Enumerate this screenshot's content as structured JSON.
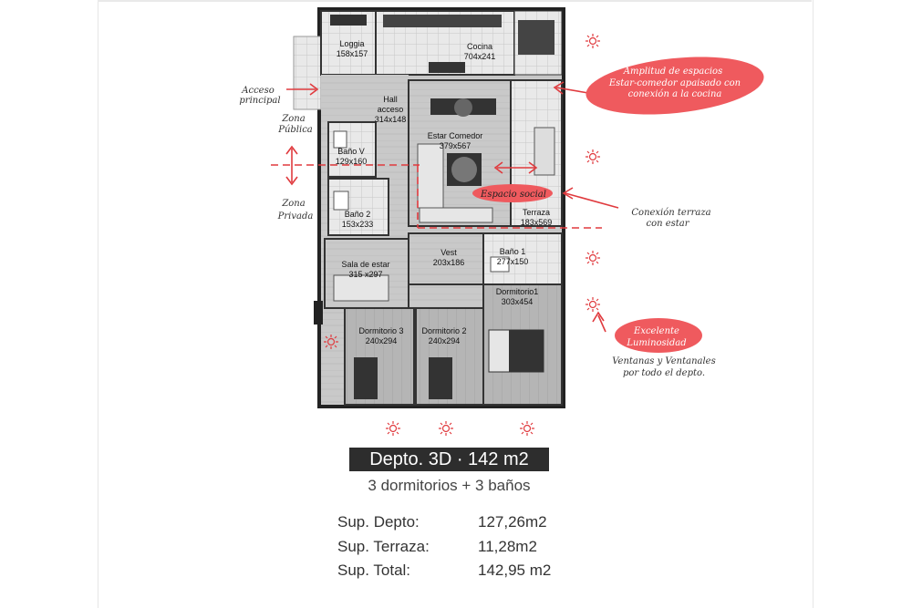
{
  "rooms": {
    "loggia": {
      "name": "Loggia",
      "size": "158x157"
    },
    "cocina": {
      "name": "Cocina",
      "size": "704x241"
    },
    "hall": {
      "name": "Hall",
      "sub": "acceso",
      "size": "314x148"
    },
    "estar": {
      "name": "Estar Comedor",
      "size": "379x567"
    },
    "bano_v": {
      "name": "Baño V",
      "size": "129x160"
    },
    "bano2": {
      "name": "Baño 2",
      "size": "153x233"
    },
    "terraza": {
      "name": "Terraza",
      "size": "183x569"
    },
    "vest": {
      "name": "Vest",
      "size": "203x186"
    },
    "bano1": {
      "name": "Baño 1",
      "size": "277x150"
    },
    "sala": {
      "name": "Sala de estar",
      "size": "315 x297"
    },
    "dorm1": {
      "name": "Dormitorio1",
      "size": "303x454"
    },
    "dorm2": {
      "name": "Dormitorio 2",
      "size": "240x294"
    },
    "dorm3": {
      "name": "Dormitorio 3",
      "size": "240x294"
    }
  },
  "annotations": {
    "acceso": [
      "Acceso",
      "principal"
    ],
    "zona_publica": [
      "Zona",
      "Pública"
    ],
    "zona_privada": [
      "Zona",
      "Privada"
    ],
    "amplitud": [
      "Amplitud de espacios",
      "Estar-comedor apaisado con",
      "conexión a la cocina"
    ],
    "espacio_social": "Espacio social",
    "conexion": [
      "Conexión terraza",
      "con estar"
    ],
    "luminosidad": [
      "Excelente",
      "Luminosidad"
    ],
    "ventanas": [
      "Ventanas y Ventanales",
      "por todo el depto."
    ]
  },
  "unit": {
    "title": "Depto. 3D · 142 m2",
    "subtitle": "3 dormitorios + 3 baños"
  },
  "specs": [
    {
      "label": "Sup. Depto:",
      "value": "127,26m2"
    },
    {
      "label": "Sup. Terraza:",
      "value": "11,28m2"
    },
    {
      "label": "Sup. Total:",
      "value": "142,95 m2"
    }
  ],
  "colors": {
    "accent": "#e03a3e",
    "callout_fill": "#ef5a5e",
    "title_bg": "#2d2d2d"
  }
}
